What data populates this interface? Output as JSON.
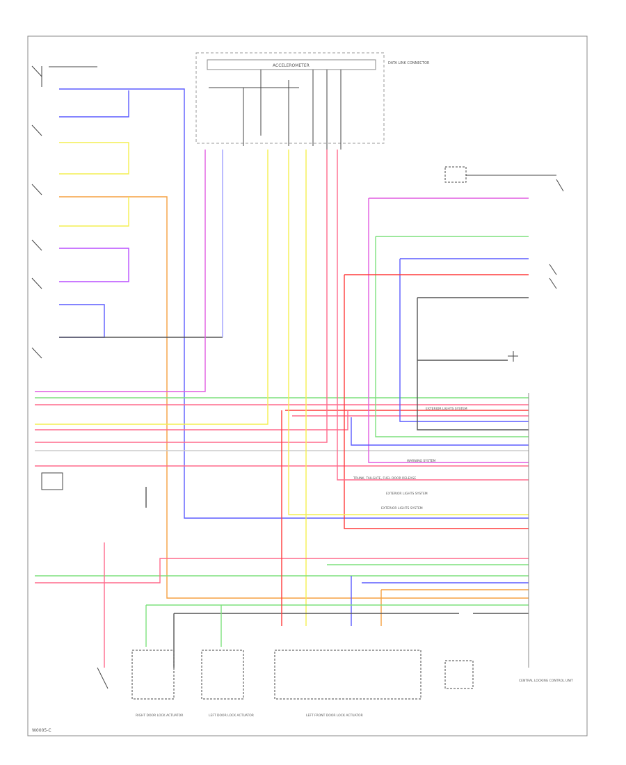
{
  "footer": {
    "code": "W0005-C"
  },
  "module": {
    "label": "ACCELEROMETER"
  },
  "connector_right": {
    "label": "DATA LINK CONNECTOR"
  },
  "control_unit": {
    "label": "CENTRAL LOCKING CONTROL UNIT"
  },
  "subsystems": [
    {
      "id": "warn",
      "text": "WARNING SYSTEM"
    },
    {
      "id": "extl1",
      "text": "EXTERIOR LIGHTS SYSTEM"
    },
    {
      "id": "trunk",
      "text": "TRUNK, TAILGATE, FUEL DOOR RELEASE"
    },
    {
      "id": "extl2",
      "text": "EXTERIOR LIGHTS SYSTEM"
    },
    {
      "id": "extl3",
      "text": "EXTERIOR LIGHTS SYSTEM"
    }
  ],
  "bottom_labels": [
    {
      "id": "rdla",
      "text": "RIGHT DOOR LOCK ACTUATOR"
    },
    {
      "id": "ldla",
      "text": "LEFT DOOR LOCK ACTUATOR"
    },
    {
      "id": "lfdla",
      "text": "LEFT FRONT DOOR LOCK ACTUATOR"
    }
  ],
  "wire_colors": {
    "pink": "#ff6a8c",
    "red": "#ff3b3b",
    "yellow": "#f4ef50",
    "green": "#7de07d",
    "blue": "#5b5bff",
    "violet": "#b94fff",
    "magenta": "#e05ce0",
    "orange": "#f5a040",
    "gray": "#8a8a8a",
    "black": "#555555"
  }
}
